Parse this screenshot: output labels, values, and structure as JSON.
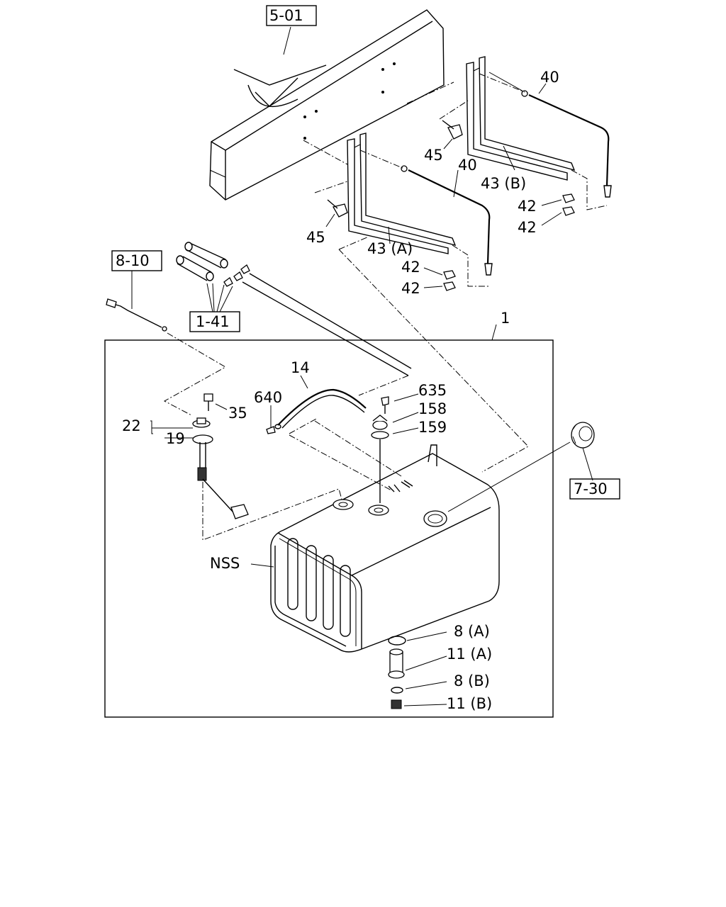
{
  "references": {
    "r501": "5-01",
    "r810": "8-10",
    "r141": "1-41",
    "r730": "7-30"
  },
  "labels": {
    "l1": "1",
    "l14": "14",
    "l19": "19",
    "l22": "22",
    "l35": "35",
    "l40a": "40",
    "l40b": "40",
    "l42a": "42",
    "l42b": "42",
    "l42c": "42",
    "l42d": "42",
    "l43a": "43 (A)",
    "l43b": "43 (B)",
    "l45a": "45",
    "l45b": "45",
    "l158": "158",
    "l159": "159",
    "l635": "635",
    "l640": "640",
    "l8a": "8 (A)",
    "l8b": "8 (B)",
    "l11a": "11 (A)",
    "l11b": "11 (B)",
    "nss": "NSS"
  }
}
